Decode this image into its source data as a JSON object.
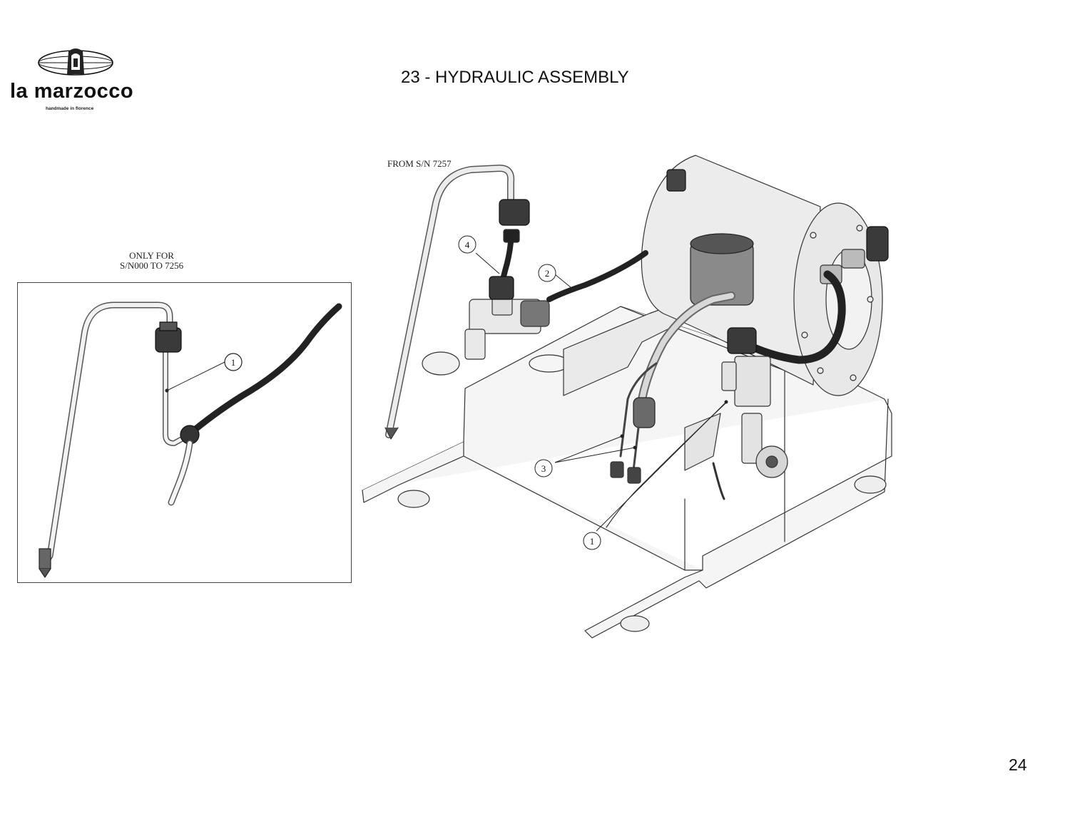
{
  "brand": {
    "name": "la marzocco",
    "tagline": "handmade in florence"
  },
  "header": {
    "title": "23 - HYDRAULIC ASSEMBLY"
  },
  "page": {
    "number": "24"
  },
  "notes": {
    "from_serial": "FROM S/N 7257",
    "only_for_line1": "ONLY FOR",
    "only_for_line2": "S/N000 TO 7256"
  },
  "callouts": {
    "inset_1": "1",
    "main_1": "1",
    "main_2": "2",
    "main_3": "3",
    "main_4": "4"
  },
  "colors": {
    "line": "#333333",
    "hose": "#2a2a2a",
    "part_fill": "#e6e6e6",
    "frame_fill": "#f3f3f3"
  }
}
